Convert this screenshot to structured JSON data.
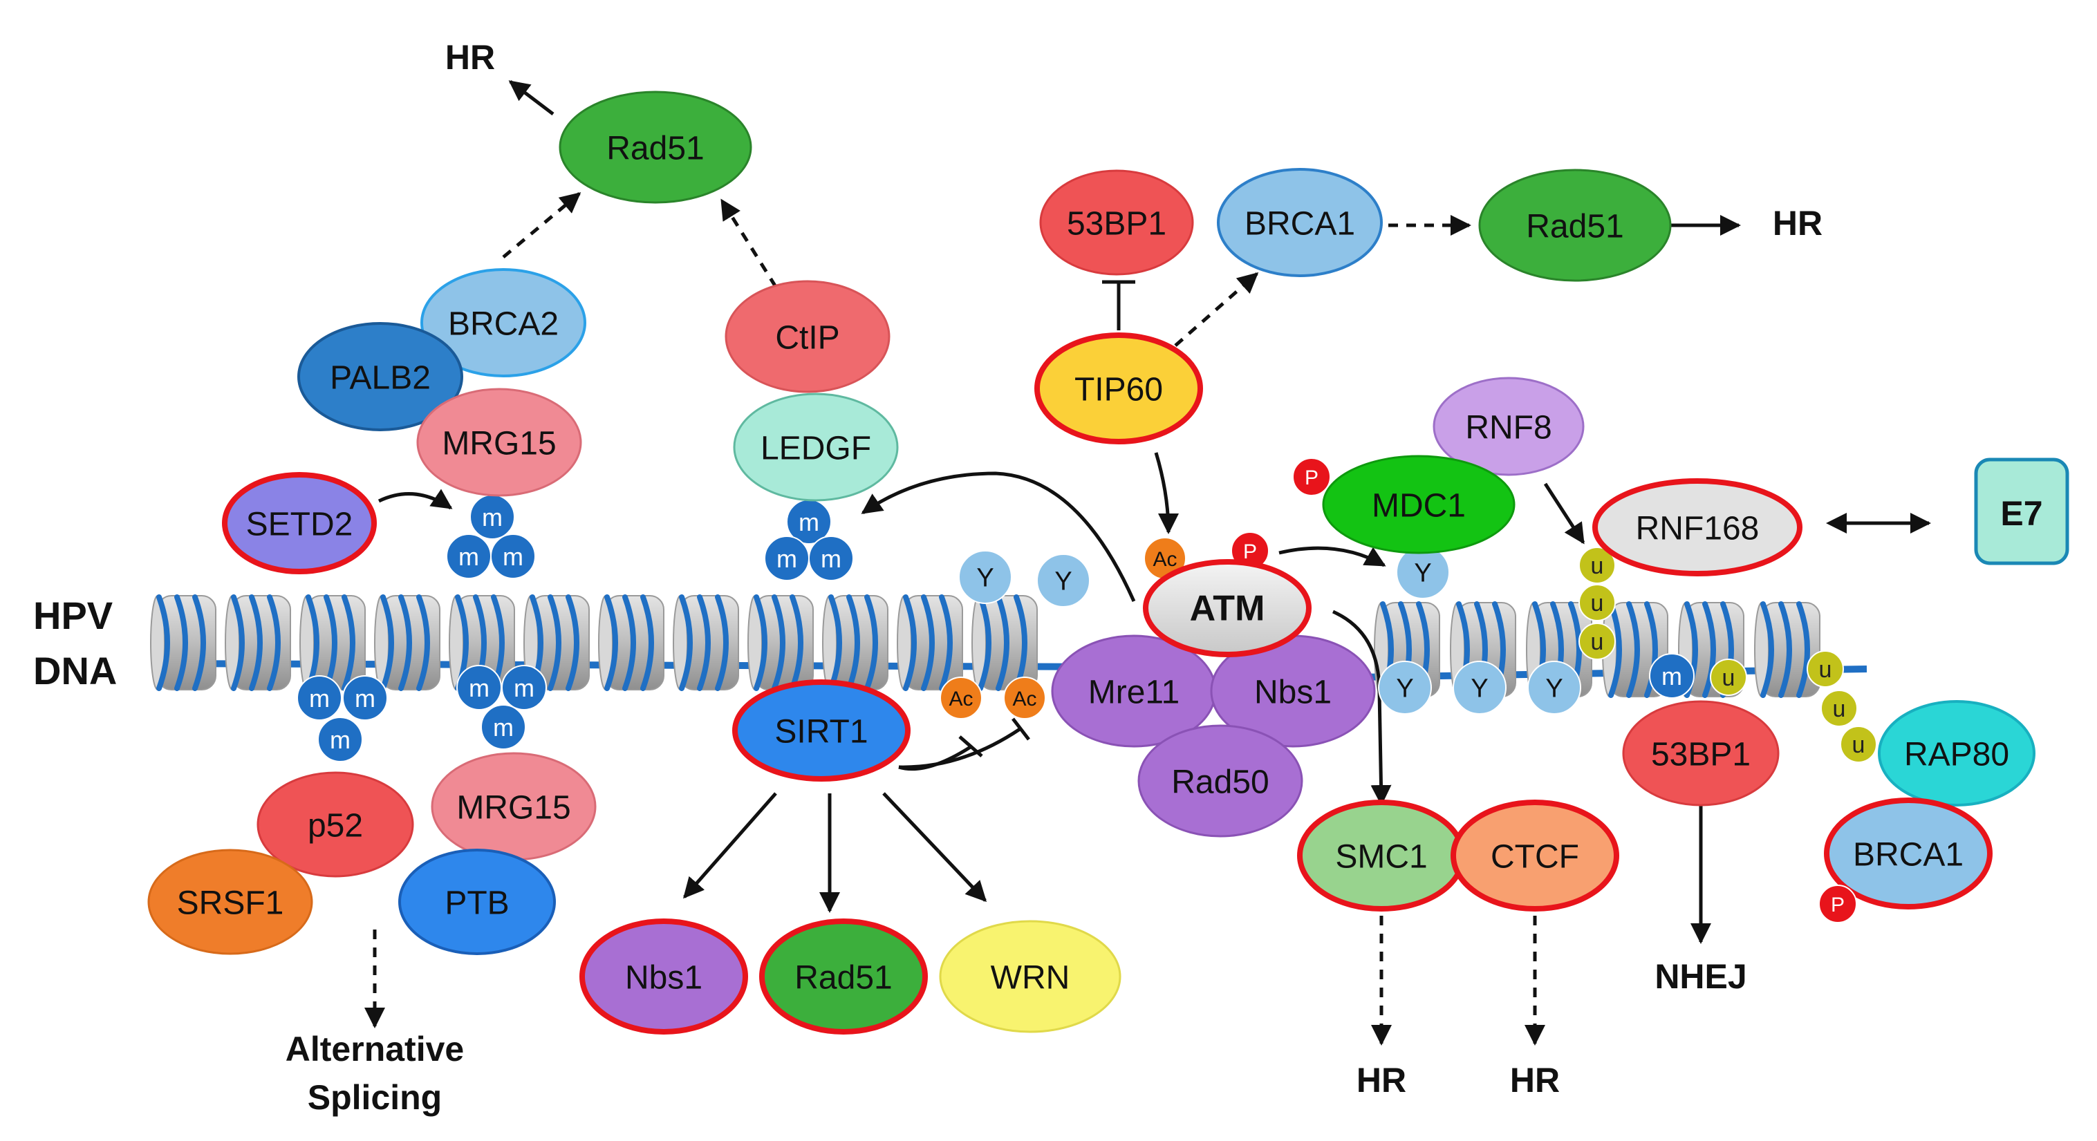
{
  "dna": {
    "line1": "HPV",
    "line2": "DNA"
  },
  "outcomes": {
    "hr_top": "HR",
    "hr_right": "HR",
    "hr_smc1": "HR",
    "hr_ctcf": "HR",
    "nhej": "NHEJ",
    "alt_splicing_1": "Alternative",
    "alt_splicing_2": "Splicing"
  },
  "proteins": {
    "rad51_top": "Rad51",
    "brca2": "BRCA2",
    "palb2": "PALB2",
    "mrg15_top": "MRG15",
    "setd2": "SETD2",
    "ctip": "CtIP",
    "ledgf": "LEDGF",
    "p53bp1_top": "53BP1",
    "tip60": "TIP60",
    "brca1_top": "BRCA1",
    "rad51_right": "Rad51",
    "rnf8": "RNF8",
    "mdc1": "MDC1",
    "rnf168": "RNF168",
    "e7": "E7",
    "atm": "ATM",
    "mre11": "Mre11",
    "nbs1_complex": "Nbs1",
    "rad50": "Rad50",
    "sirt1": "SIRT1",
    "nbs1_bottom": "Nbs1",
    "rad51_bottom": "Rad51",
    "wrn": "WRN",
    "p52": "p52",
    "srsf1": "SRSF1",
    "mrg15_bottom": "MRG15",
    "ptb": "PTB",
    "smc1": "SMC1",
    "ctcf": "CTCF",
    "p53bp1_bottom": "53BP1",
    "rap80": "RAP80",
    "brca1_bottom": "BRCA1"
  },
  "marks": {
    "methyl": "m",
    "gamma": "Y",
    "acetyl": "Ac",
    "phospho": "P",
    "ubiquitin": "u"
  },
  "colors": {
    "highlight_border": "#e8141b",
    "methyl": "#1f6fc4",
    "gamma_h2ax": "#8ec3e8",
    "acetyl": "#ef7d1a",
    "phospho": "#e8141b",
    "ubiquitin": "#c2c21a",
    "dna_strand": "#1f6fc4",
    "nucleosome": "#c9c9c9",
    "e7_box": "#a8ead8"
  }
}
